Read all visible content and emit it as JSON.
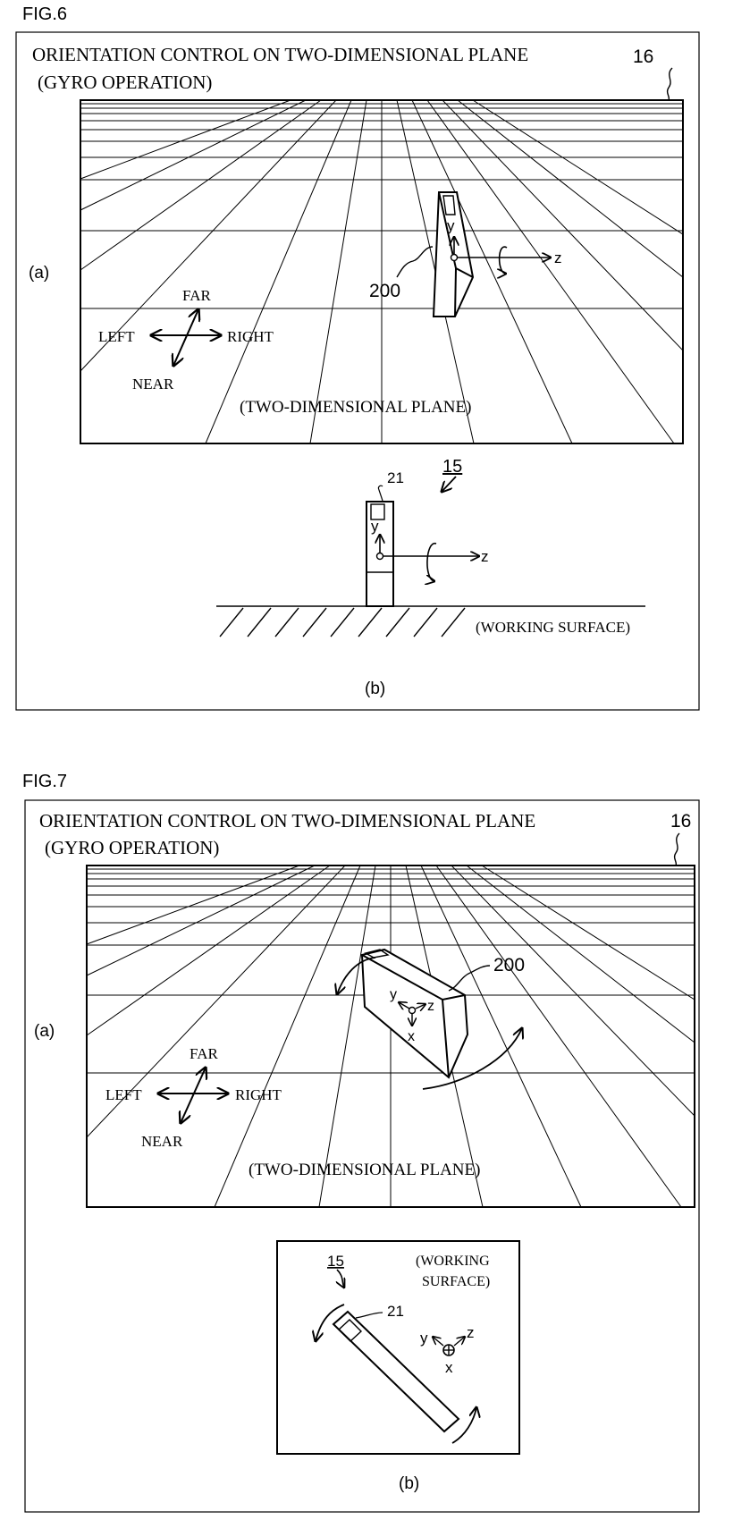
{
  "fig6": {
    "label": "FIG.6",
    "title": "ORIENTATION CONTROL ON TWO-DIMENSIONAL PLANE",
    "subtitle": "(GYRO OPERATION)",
    "ref_screen": "16",
    "panel_a": "(a)",
    "panel_b": "(b)",
    "dir_far": "FAR",
    "dir_near": "NEAR",
    "dir_left": "LEFT",
    "dir_right": "RIGHT",
    "plane_label": "(TWO-DIMENSIONAL PLANE)",
    "ref_object": "200",
    "axis_y": "y",
    "axis_z": "z",
    "ref_device": "15",
    "ref_tip": "21",
    "dev_axis_y": "y",
    "dev_axis_z": "z",
    "working_surface": "(WORKING SURFACE)"
  },
  "fig7": {
    "label": "FIG.7",
    "title": "ORIENTATION CONTROL ON TWO-DIMENSIONAL PLANE",
    "subtitle": "(GYRO OPERATION)",
    "ref_screen": "16",
    "panel_a": "(a)",
    "panel_b": "(b)",
    "dir_far": "FAR",
    "dir_near": "NEAR",
    "dir_left": "LEFT",
    "dir_right": "RIGHT",
    "plane_label": "(TWO-DIMENSIONAL PLANE)",
    "ref_object": "200",
    "axis_y": "y",
    "axis_z": "z",
    "axis_x": "x",
    "ref_device": "15",
    "ref_tip": "21",
    "working_surface_1": "(WORKING",
    "working_surface_2": "SURFACE)",
    "dev_axis_y": "y",
    "dev_axis_z": "z",
    "dev_axis_x": "x"
  }
}
